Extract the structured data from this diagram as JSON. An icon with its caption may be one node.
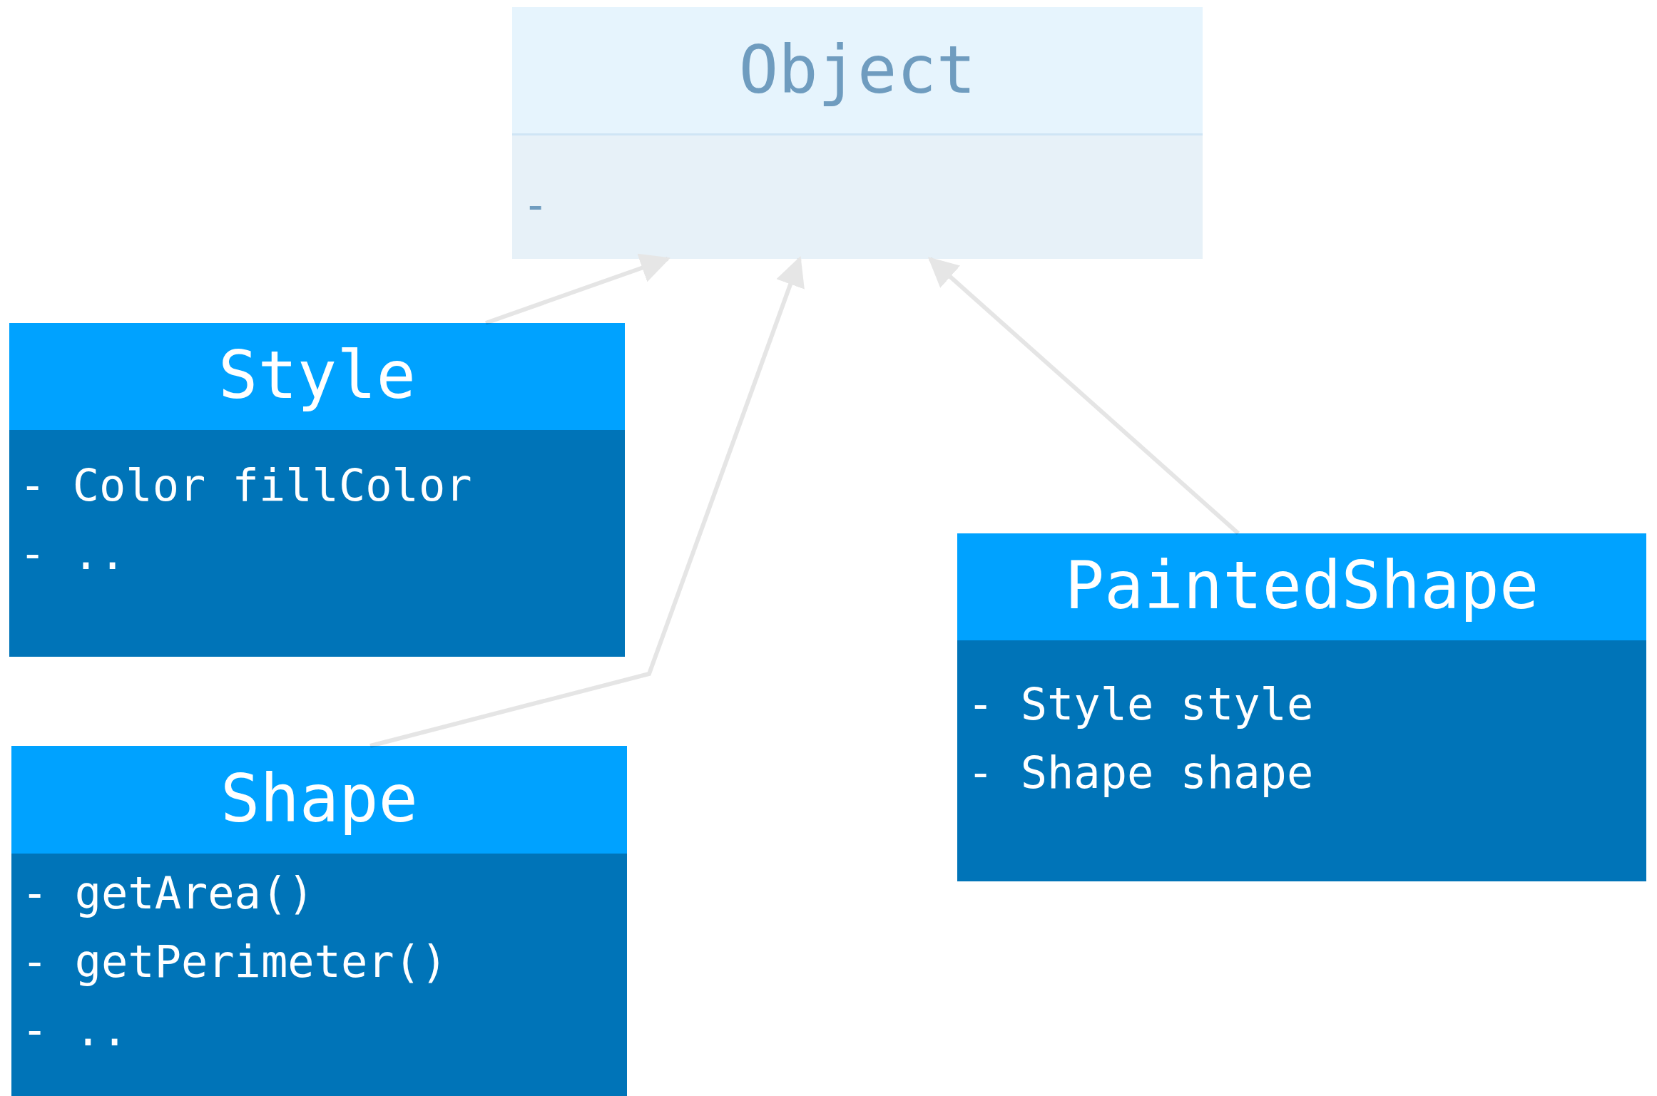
{
  "diagram": {
    "nodes": [
      {
        "text": [
          "Object",
          "-"
        ]
      },
      {
        "text": [
          "Style",
          "- Color fillColor",
          "- .."
        ]
      },
      {
        "text": [
          "Shape",
          "- getArea()",
          "- getPerimeter()",
          "- .."
        ]
      },
      {
        "text": [
          "PaintedShape",
          "- Style style",
          "- Shape shape"
        ]
      }
    ],
    "edges": [
      {
        "from": 1,
        "to": 0,
        "arrow": "to"
      },
      {
        "from": 2,
        "to": 0,
        "arrow": "to"
      },
      {
        "from": 3,
        "to": 0,
        "arrow": "to"
      }
    ]
  }
}
